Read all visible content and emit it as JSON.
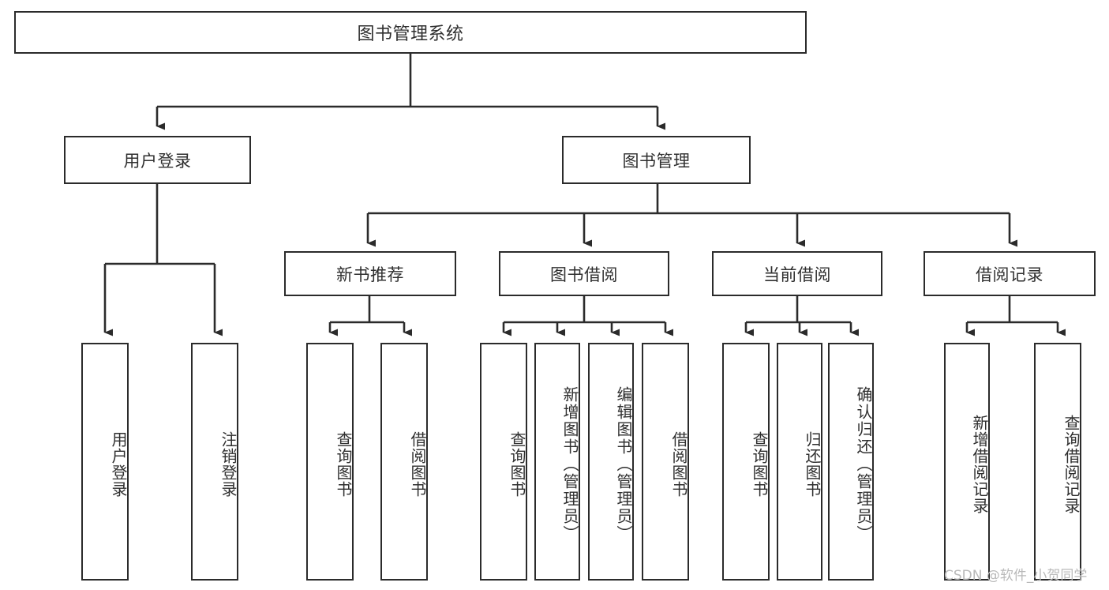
{
  "diagram": {
    "type": "tree-hierarchy",
    "title": "图书管理系统",
    "root": {
      "label": "图书管理系统"
    },
    "level2": [
      {
        "label": "用户登录"
      },
      {
        "label": "图书管理"
      }
    ],
    "level3": [
      {
        "label": "新书推荐"
      },
      {
        "label": "图书借阅"
      },
      {
        "label": "当前借阅"
      },
      {
        "label": "借阅记录"
      }
    ],
    "leaves": {
      "user_login": [
        {
          "label": "用户登录"
        },
        {
          "label": "注销登录"
        }
      ],
      "new_book_recommend": [
        {
          "label": "查询图书"
        },
        {
          "label": "借阅图书"
        }
      ],
      "book_borrow": [
        {
          "label": "查询图书"
        },
        {
          "label": "新增图书（管理员）"
        },
        {
          "label": "编辑图书（管理员）"
        },
        {
          "label": "借阅图书"
        }
      ],
      "current_borrow": [
        {
          "label": "查询图书"
        },
        {
          "label": "归还图书"
        },
        {
          "label": "确认归还（管理员）"
        }
      ],
      "borrow_record": [
        {
          "label": "新增借阅记录"
        },
        {
          "label": "查询借阅记录"
        }
      ]
    }
  },
  "watermark": {
    "text": "CSDN @软件_小贺同学"
  },
  "colors": {
    "stroke": "#2b2b2b",
    "text": "#2f2f2f",
    "background": "#ffffff",
    "watermark": "#b9b9b9"
  }
}
